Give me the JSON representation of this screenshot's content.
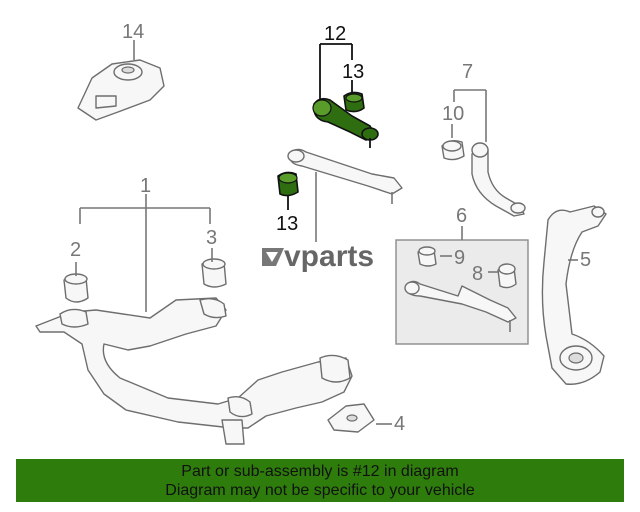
{
  "callouts": {
    "c1": "1",
    "c2": "2",
    "c3": "3",
    "c4": "4",
    "c5": "5",
    "c6": "6",
    "c7": "7",
    "c8": "8",
    "c9": "9",
    "c10": "10",
    "c12": "12",
    "c13_top": "13",
    "c13_bottom": "13",
    "c14": "14"
  },
  "watermark": {
    "text": "vparts"
  },
  "banner": {
    "line1": "Part or sub-assembly is #12 in diagram",
    "line2": "Diagram may not be specific to your vehicle"
  },
  "colors": {
    "highlight": "#2f6e10",
    "banner_bg": "#2e7d0c",
    "line_gray": "#777777"
  }
}
